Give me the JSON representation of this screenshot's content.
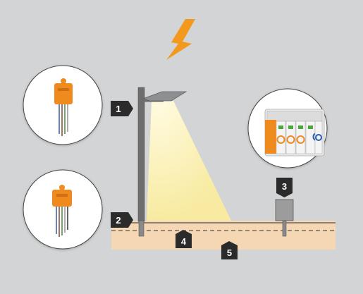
{
  "markers": [
    {
      "id": "1",
      "label": "1"
    },
    {
      "id": "2",
      "label": "2"
    },
    {
      "id": "3",
      "label": "3"
    },
    {
      "id": "4",
      "label": "4"
    },
    {
      "id": "5",
      "label": "5"
    }
  ],
  "colors": {
    "background": "#d3d4d5",
    "lightning": "#f39a1e",
    "ground": "#f6d7b4",
    "light_beam": "#fbf2b4",
    "badge": "#2b2b2b",
    "device_orange": "#ef8a1f"
  }
}
